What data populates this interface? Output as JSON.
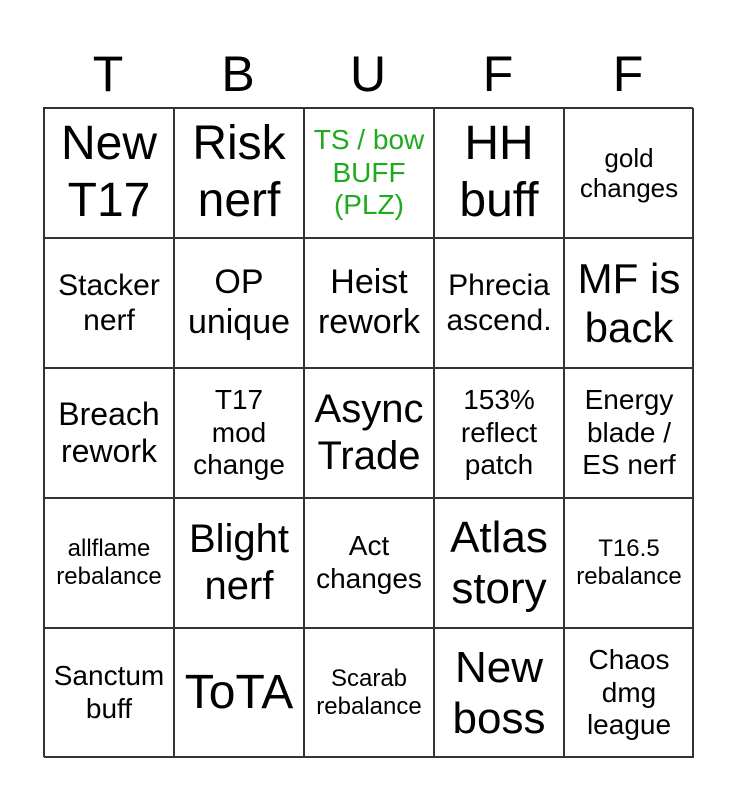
{
  "header": [
    "T",
    "B",
    "U",
    "F",
    "F"
  ],
  "cells": [
    "New\nT17",
    "Risk\nnerf",
    "TS / bow\nBUFF\n(PLZ)",
    "HH\nbuff",
    "gold\nchanges",
    "Stacker\nnerf",
    "OP\nunique",
    "Heist\nrework",
    "Phrecia\nascend.",
    "MF is\nback",
    "Breach\nrework",
    "T17\nmod\nchange",
    "Async\nTrade",
    "153%\nreflect\npatch",
    "Energy\nblade /\nES nerf",
    "allflame\nrebalance",
    "Blight\nnerf",
    "Act\nchanges",
    "Atlas\nstory",
    "T16.5\nrebalance",
    "Sanctum\nbuff",
    "ToTA",
    "Scarab\nrebalance",
    "New\nboss",
    "Chaos\ndmg\nleague"
  ],
  "colors": {
    "highlight": "#1faa1f",
    "grid": "#333333"
  }
}
